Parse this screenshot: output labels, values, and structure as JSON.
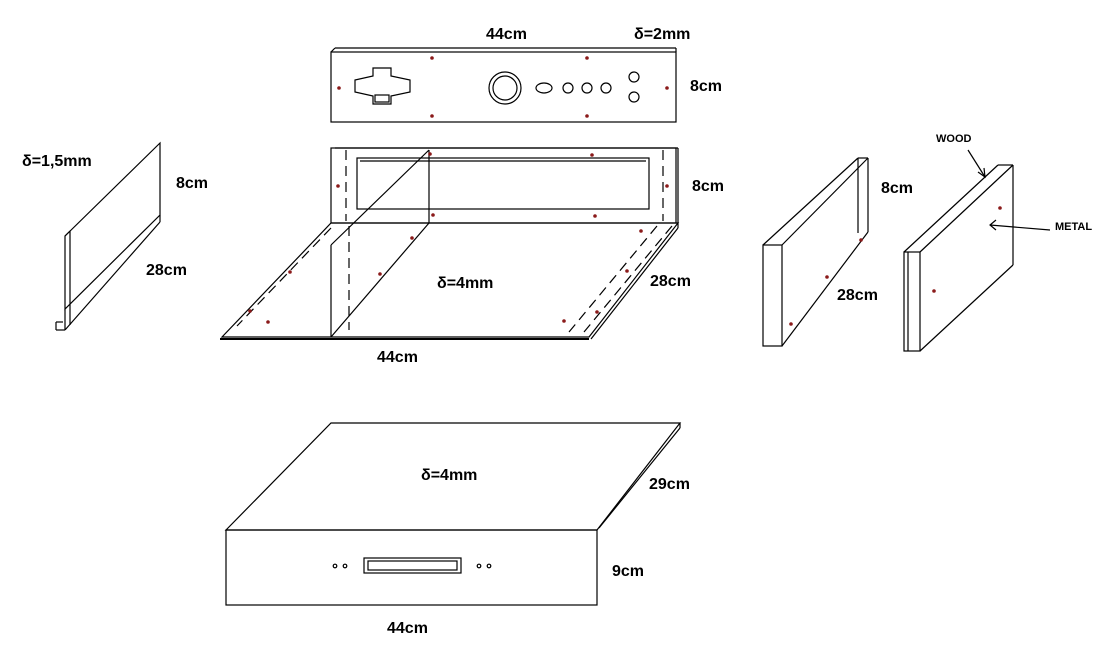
{
  "labels": {
    "front_width": "44cm",
    "front_thickness": "δ=2mm",
    "front_height": "8cm",
    "side_thickness": "δ=1,5mm",
    "side_height": "8cm",
    "side_length": "28cm",
    "back_height": "8cm",
    "base_thickness": "δ=4mm",
    "base_depth": "28cm",
    "base_width": "44cm",
    "wood_height": "8cm",
    "wood_length": "28cm",
    "wood": "WOOD",
    "metal": "METAL",
    "cover_thickness": "δ=4mm",
    "cover_depth": "29cm",
    "cover_height": "9cm",
    "cover_width": "44cm"
  },
  "colors": {
    "line": "#000000",
    "hole": "#8b1a1a"
  }
}
